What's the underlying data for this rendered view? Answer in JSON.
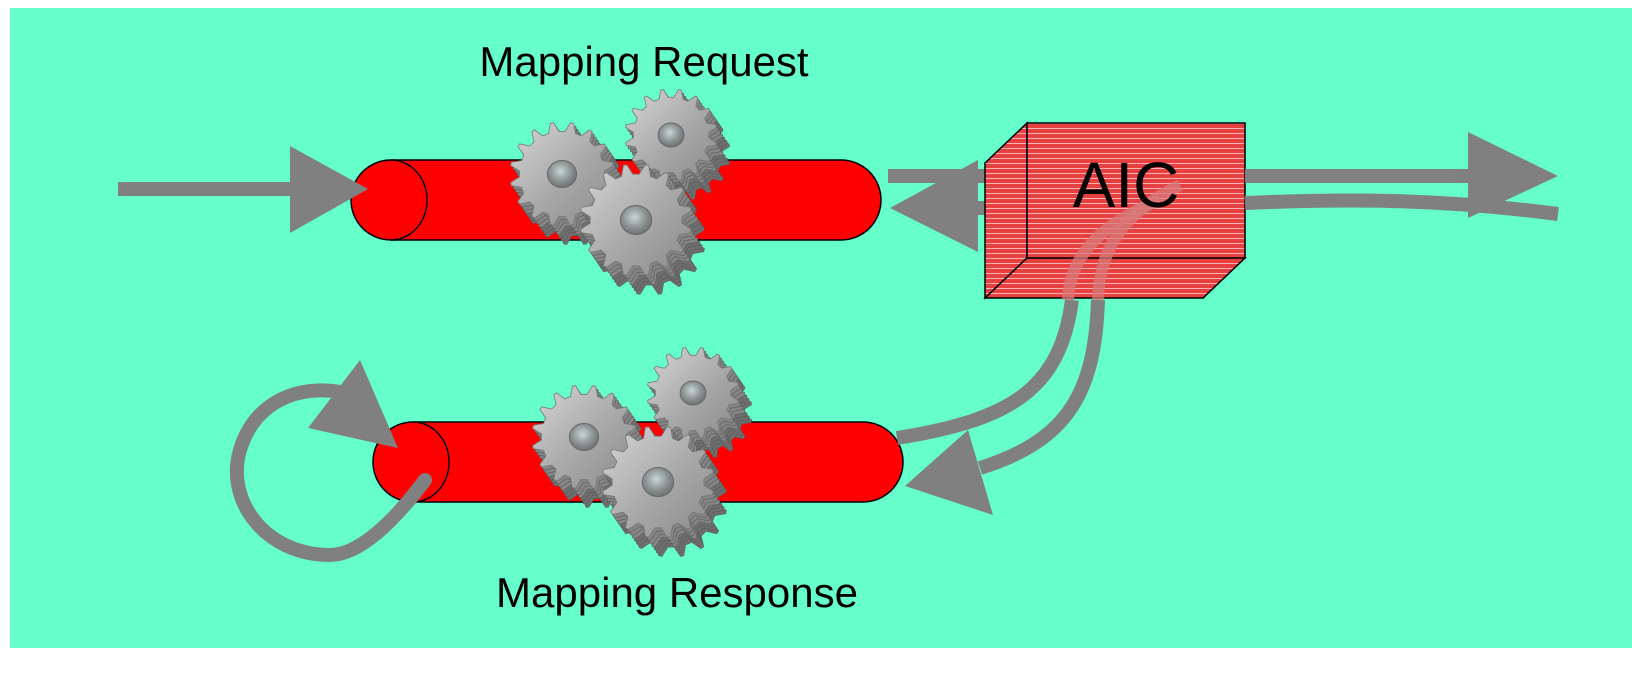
{
  "labels": {
    "top_pipe": "Mapping Request",
    "bottom_pipe": "Mapping Response",
    "box": "AIC"
  },
  "colors": {
    "background": "#66FFCC",
    "pipe": "#FF0000",
    "arrow": "#808080",
    "gear": "#A6A6A6",
    "box": "#E84545"
  }
}
